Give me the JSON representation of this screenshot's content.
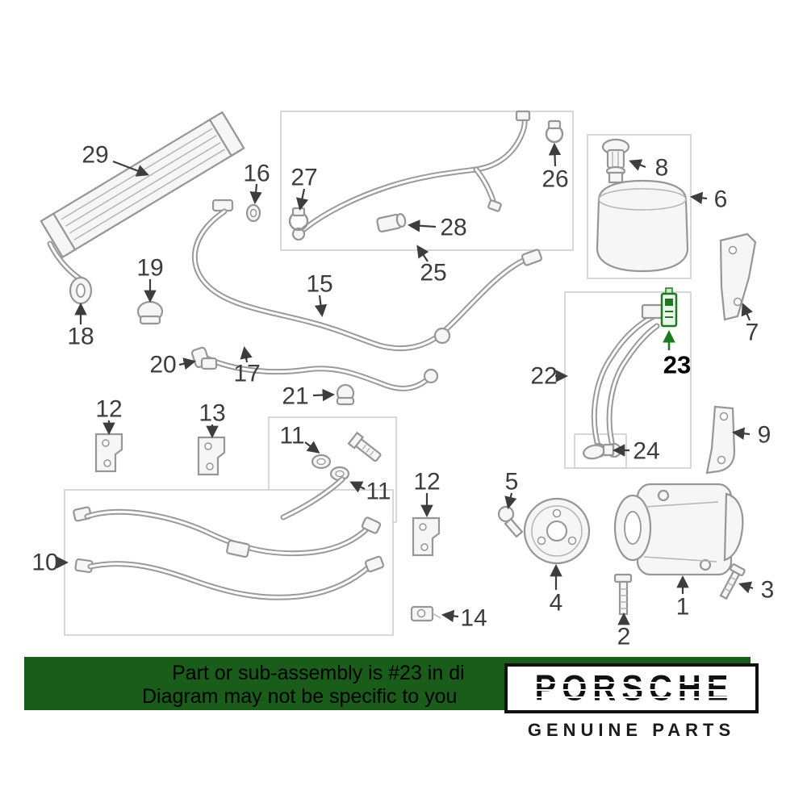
{
  "banner": {
    "background_color": "#1a5c1a",
    "text_color": "#000000",
    "line1": "Part or sub-assembly is #23 in di",
    "line2": "Diagram may not be specific to you"
  },
  "brand": {
    "name": "PORSCHE",
    "tagline": "GENUINE PARTS"
  },
  "diagram": {
    "highlight_color": "#1f7a1f",
    "callout_color": "#3d3d3d",
    "highlighted_part": "23",
    "callouts": {
      "c1": "1",
      "c2": "2",
      "c3": "3",
      "c4": "4",
      "c5": "5",
      "c6": "6",
      "c7": "7",
      "c8": "8",
      "c9": "9",
      "c10": "10",
      "c11a": "11",
      "c11b": "11",
      "c12a": "12",
      "c12b": "12",
      "c13": "13",
      "c14": "14",
      "c15": "15",
      "c16": "16",
      "c17": "17",
      "c18": "18",
      "c19": "19",
      "c20": "20",
      "c21": "21",
      "c22": "22",
      "c23": "23",
      "c24": "24",
      "c25": "25",
      "c26": "26",
      "c27": "27",
      "c28": "28",
      "c29": "29"
    }
  }
}
